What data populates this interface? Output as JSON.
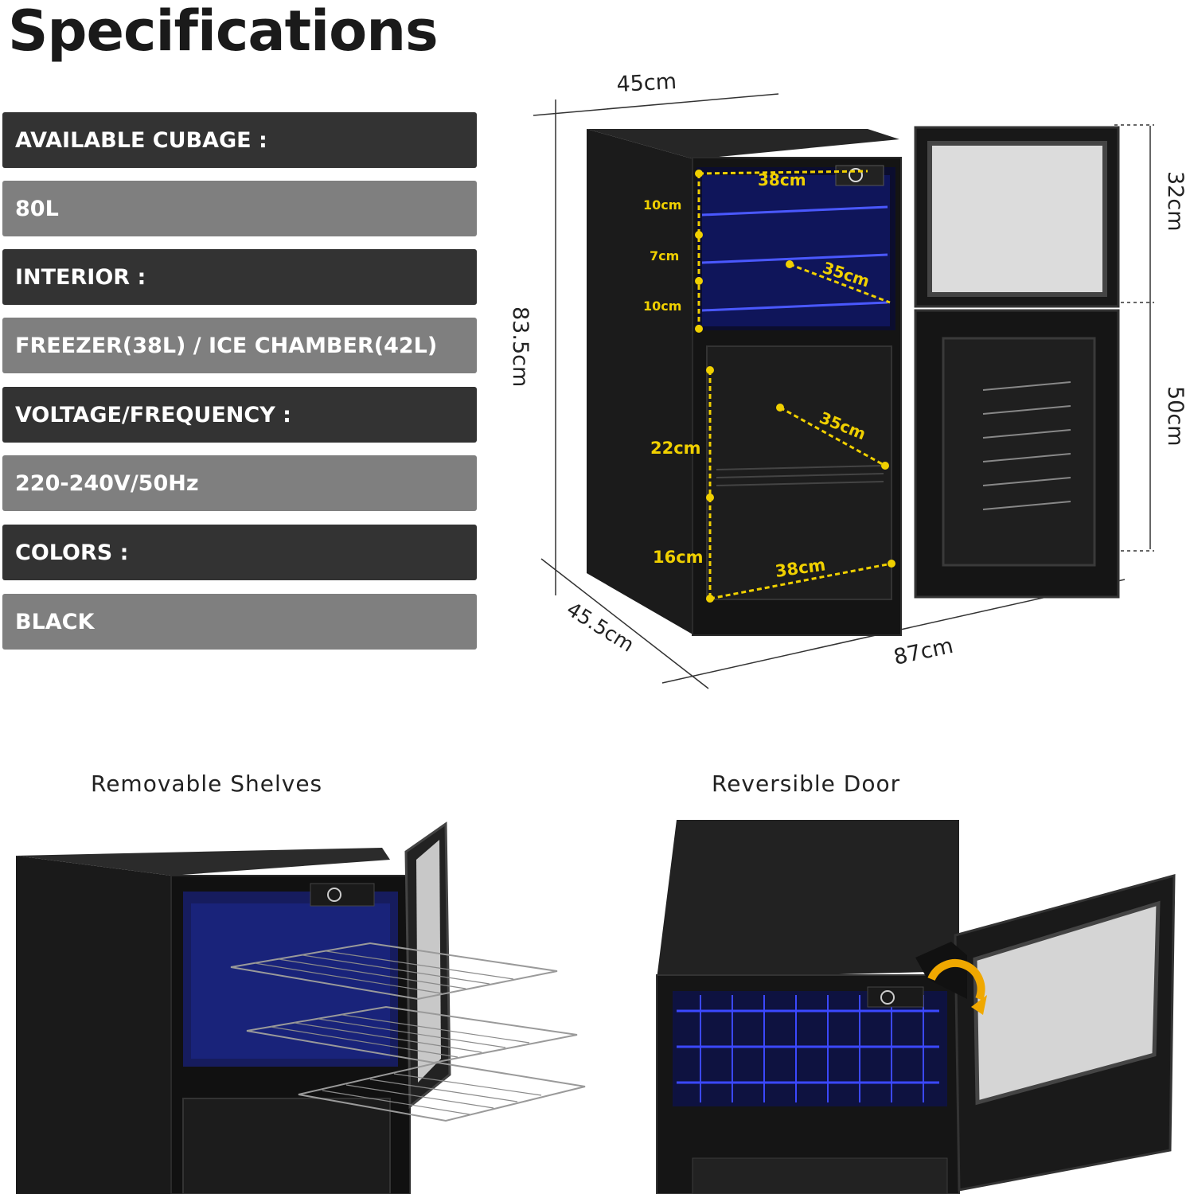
{
  "title": "Specifications",
  "specs": [
    {
      "label": "AVAILABLE CUBAGE :",
      "style": "dark"
    },
    {
      "label": "80L",
      "style": "light"
    },
    {
      "label": "INTERIOR :",
      "style": "dark"
    },
    {
      "label": "FREEZER(38L) / ICE CHAMBER(42L)",
      "style": "light"
    },
    {
      "label": "VOLTAGE/FREQUENCY :",
      "style": "dark"
    },
    {
      "label": "220-240V/50Hz",
      "style": "light"
    },
    {
      "label": "COLORS :",
      "style": "dark"
    },
    {
      "label": "BLACK",
      "style": "light"
    }
  ],
  "dimensions": {
    "top_width": "45cm",
    "height": "83.5cm",
    "depth": "45.5cm",
    "total_width": "87cm",
    "upper_door": "32cm",
    "lower_door": "50cm",
    "upper_inner_width": "38cm",
    "upper_inner_depth": "35cm",
    "shelf1": "10cm",
    "shelf2": "7cm",
    "shelf3": "10cm",
    "lower_inner_depth": "35cm",
    "lower_upper": "22cm",
    "lower_bottom": "16cm",
    "lower_inner_width": "38cm"
  },
  "captions": {
    "left": "Removable Shelves",
    "right": "Reversible Door"
  },
  "colors": {
    "dark_row": "#333333",
    "light_row": "#7f7f7f",
    "accent": "#f0d000",
    "interior_light": "#2a38c8"
  }
}
